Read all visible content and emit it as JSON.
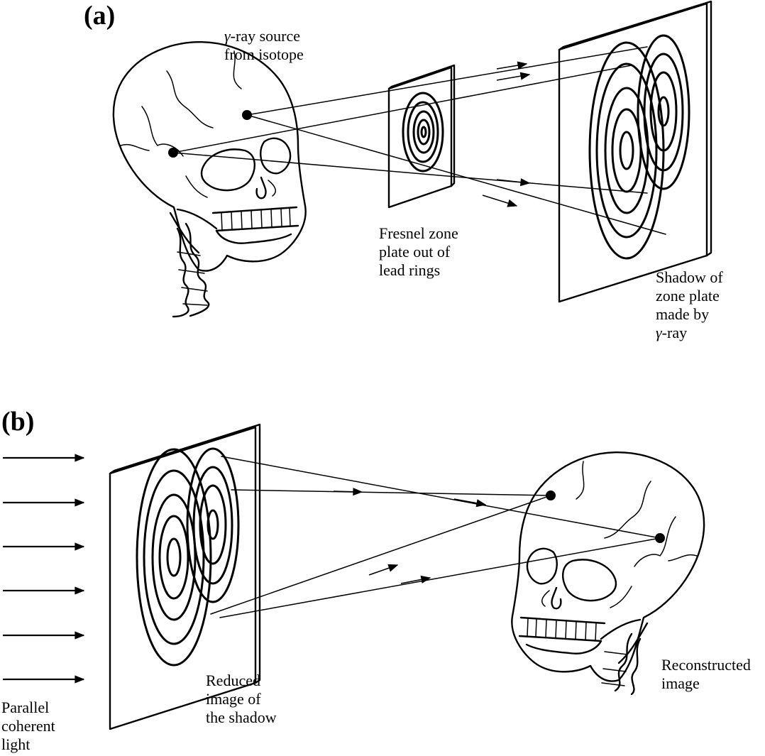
{
  "panels": {
    "a": {
      "label": "(a)",
      "source_label_symbol": "γ",
      "source_label_line1": "-ray source",
      "source_label_line2": "from isotope",
      "zone_plate_line1": "Fresnel zone",
      "zone_plate_line2": "plate out of",
      "zone_plate_line3": "lead rings",
      "shadow_line1": "Shadow of",
      "shadow_line2": "zone plate",
      "shadow_line3": "made by",
      "shadow_line4_symbol": "γ",
      "shadow_line4": "-ray"
    },
    "b": {
      "label": "(b)",
      "light_line1": "Parallel",
      "light_line2": "coherent",
      "light_line3": "light",
      "reduced_line1": "Reduced",
      "reduced_line2": "image of",
      "reduced_line3": "the shadow",
      "recon_line1": "Reconstructed",
      "recon_line2": "image"
    }
  }
}
